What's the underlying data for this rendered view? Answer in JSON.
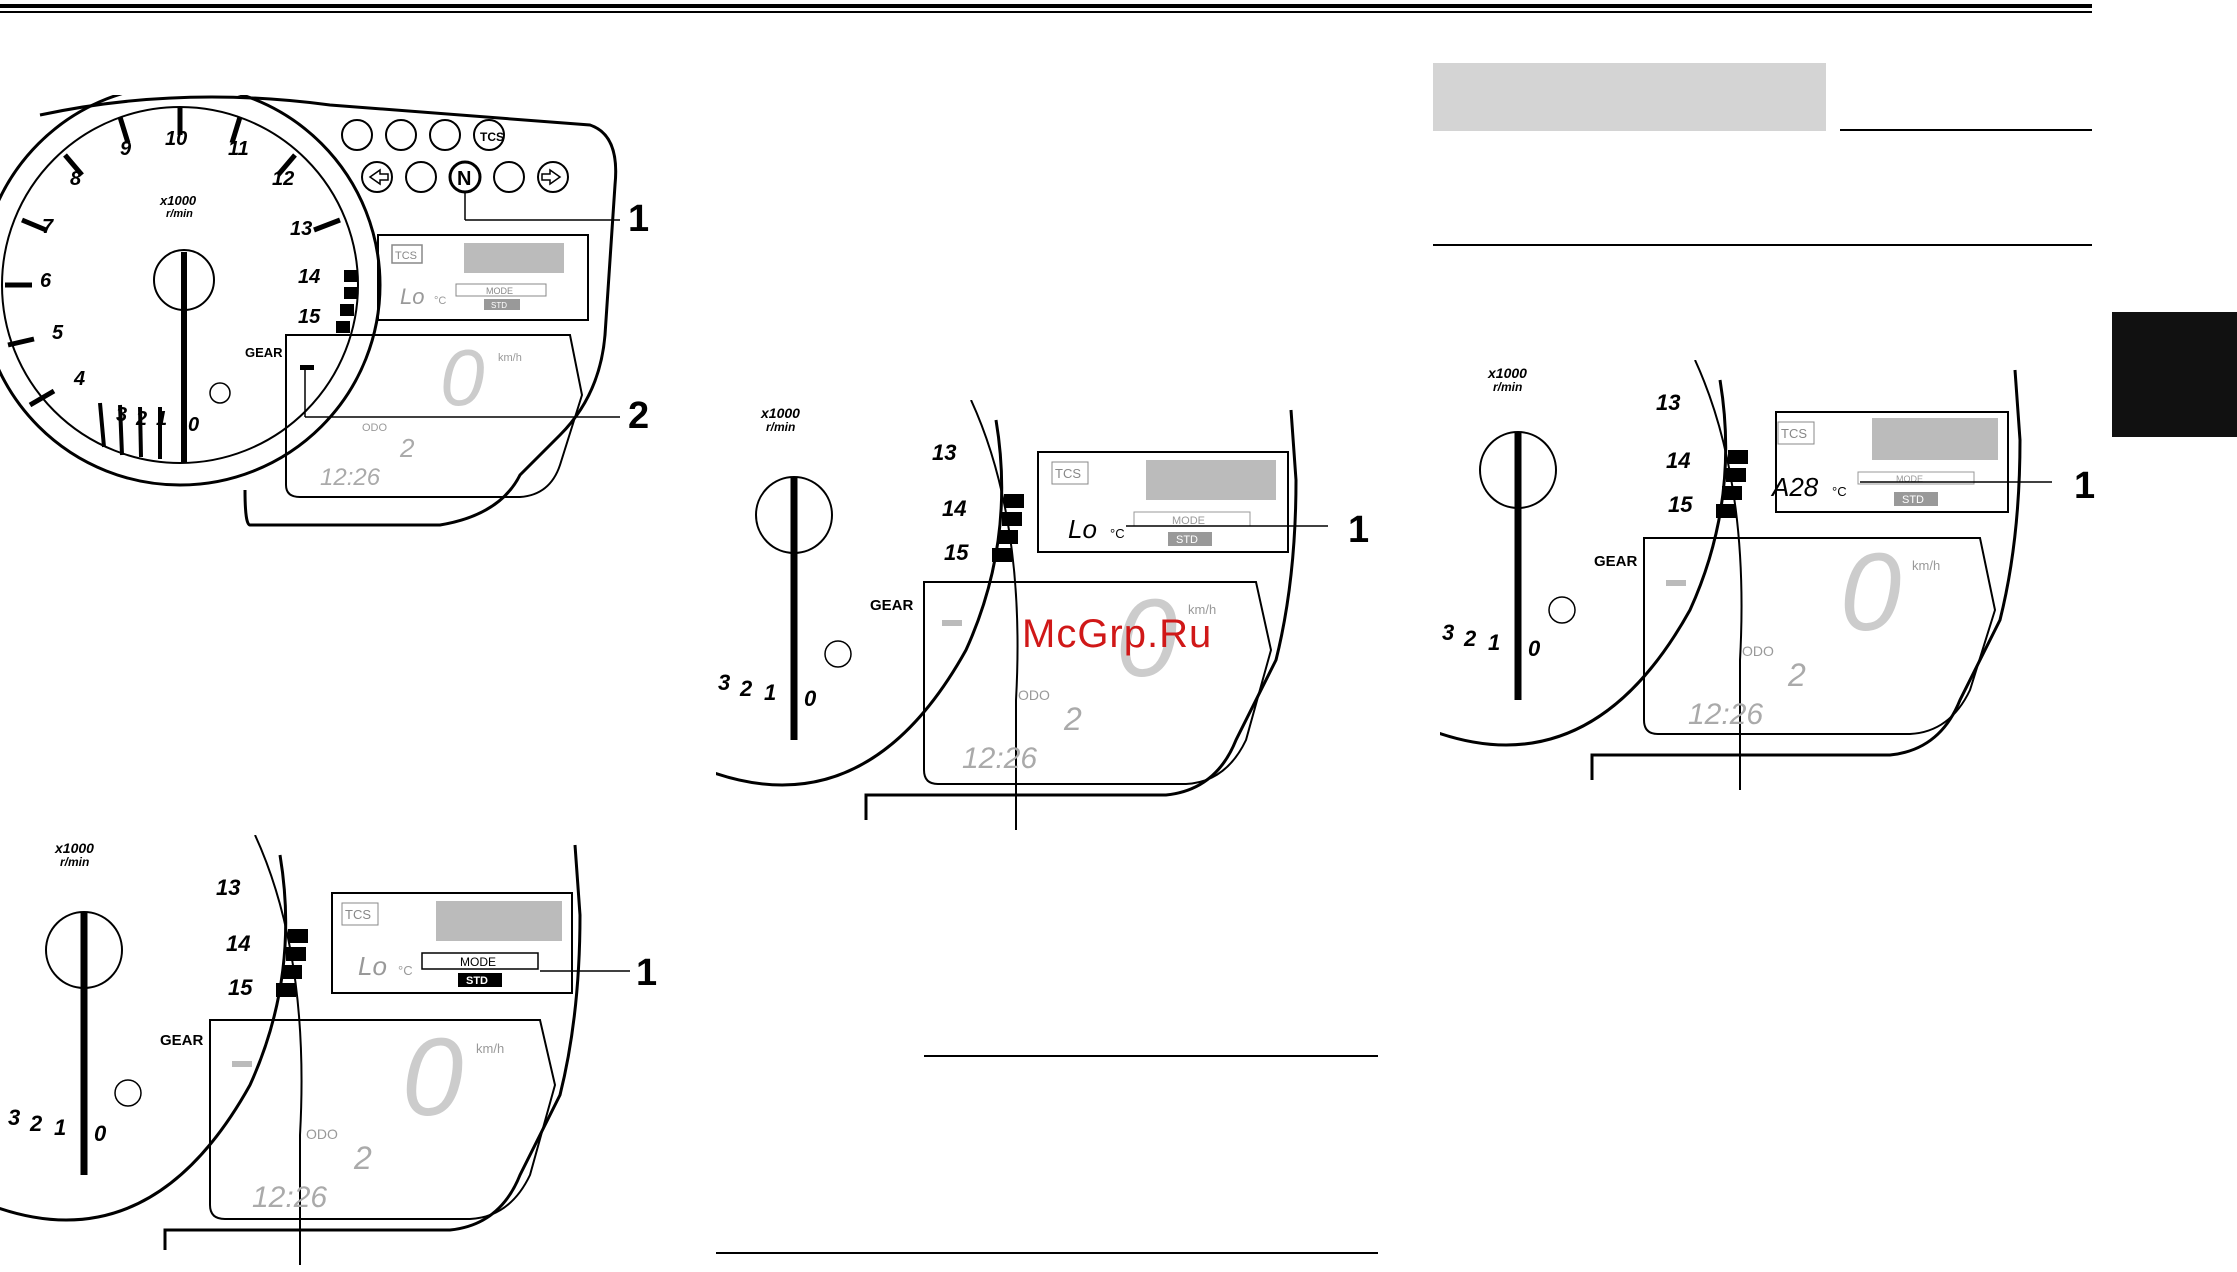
{
  "page": {
    "watermark": "McGrp.Ru"
  },
  "gauge": {
    "rpm_unit_top": "x1000",
    "rpm_unit_bottom": "r/min",
    "gear_label": "GEAR",
    "gear_value": "–",
    "tcs_label": "TCS",
    "mode_label": "MODE",
    "std_label": "STD",
    "speed_value": "0",
    "speed_unit": "km/h",
    "odo_label": "ODO",
    "odo_value": "2",
    "clock": "12:26",
    "temp_lo": "Lo",
    "temp_a28": "A28",
    "temp_unit": "°C",
    "tach_numbers": [
      "0",
      "1",
      "2",
      "3",
      "4",
      "5",
      "6",
      "7",
      "8",
      "9",
      "10",
      "11",
      "12",
      "13",
      "14",
      "15"
    ]
  },
  "callouts": {
    "fig1_neutral": "1",
    "fig1_gear": "2",
    "fig2": "1",
    "fig3": "1",
    "fig4": "1"
  }
}
